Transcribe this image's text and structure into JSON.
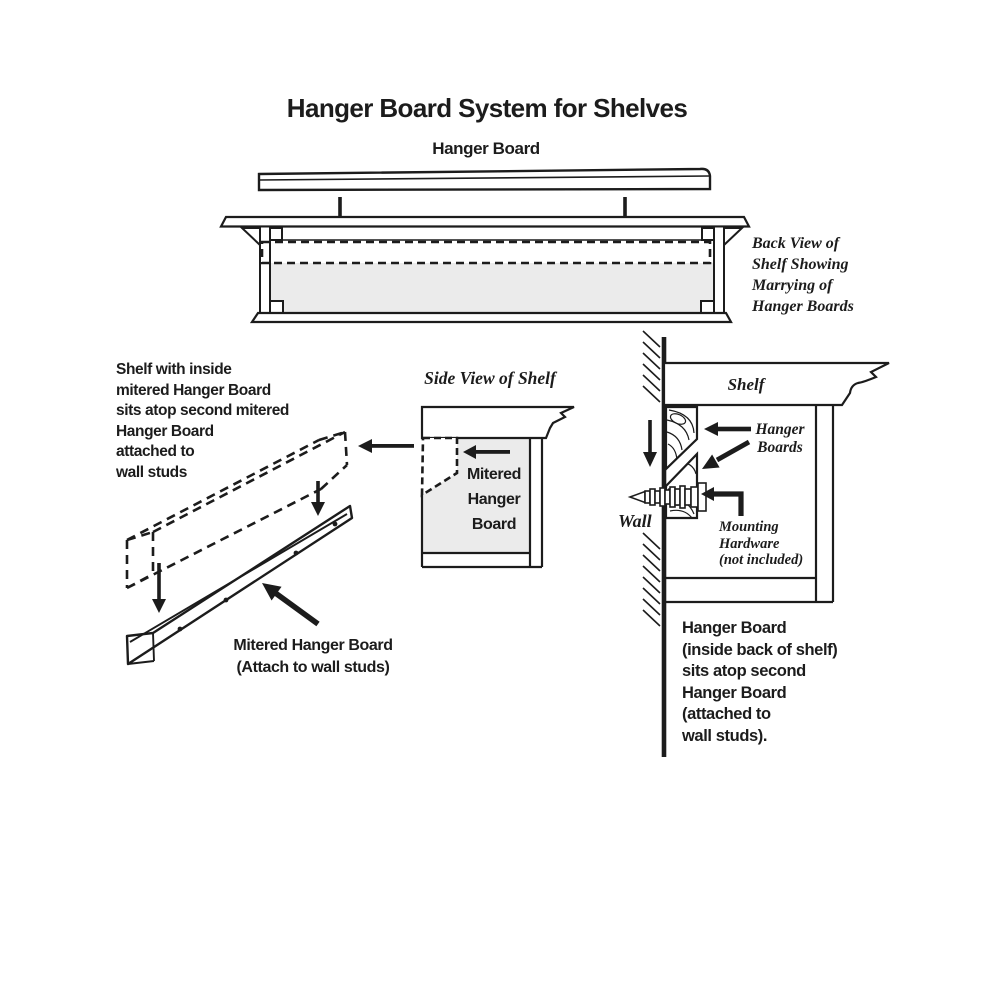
{
  "colors": {
    "ink": "#1c1c1c",
    "panel_gray": "#ebebeb"
  },
  "title": "Hanger Board System for Shelves",
  "top_diagram": {
    "board_label": "Hanger Board",
    "caption_lines": [
      "Back View of",
      "Shelf Showing",
      "Marrying of",
      "Hanger Boards"
    ]
  },
  "left_diagram": {
    "note_lines": [
      "Shelf with inside",
      "mitered Hanger Board",
      "sits atop second mitered",
      "Hanger Board",
      "attached to",
      "wall studs"
    ],
    "label_lines": [
      "Mitered Hanger Board",
      "(Attach to wall studs)"
    ]
  },
  "side_view": {
    "title": "Side View of Shelf",
    "label_lines": [
      "Mitered",
      "Hanger",
      "Board"
    ]
  },
  "right_diagram": {
    "shelf_label": "Shelf",
    "wall_label": "Wall",
    "hanger_boards_lines": [
      "Hanger",
      "Boards"
    ],
    "mounting_lines": [
      "Mounting",
      "Hardware",
      "(not included)"
    ],
    "note_lines": [
      "Hanger Board",
      "(inside back of shelf)",
      "sits atop second",
      "Hanger Board",
      "(attached to",
      "wall studs)."
    ]
  }
}
